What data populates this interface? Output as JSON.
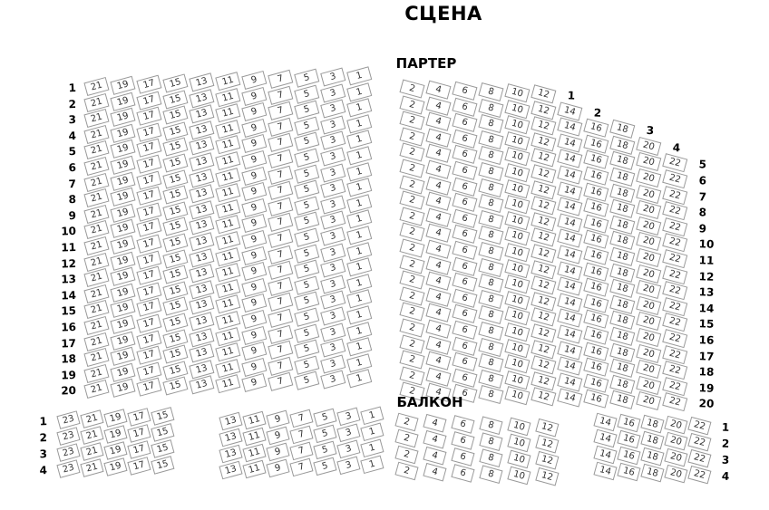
{
  "stage": {
    "title": "СЦЕНА"
  },
  "parterre": {
    "title": "ПАРТЕР",
    "left_block": {
      "label_side": "left",
      "rows": [
        {
          "label": "1",
          "seats": [
            21,
            19,
            17,
            15,
            13,
            11,
            9,
            7,
            5,
            3,
            1
          ]
        },
        {
          "label": "2",
          "seats": [
            21,
            19,
            17,
            15,
            13,
            11,
            9,
            7,
            5,
            3,
            1
          ]
        },
        {
          "label": "3",
          "seats": [
            21,
            19,
            17,
            15,
            13,
            11,
            9,
            7,
            5,
            3,
            1
          ]
        },
        {
          "label": "4",
          "seats": [
            21,
            19,
            17,
            15,
            13,
            11,
            9,
            7,
            5,
            3,
            1
          ]
        },
        {
          "label": "5",
          "seats": [
            21,
            19,
            17,
            15,
            13,
            11,
            9,
            7,
            5,
            3,
            1
          ]
        },
        {
          "label": "6",
          "seats": [
            21,
            19,
            17,
            15,
            13,
            11,
            9,
            7,
            5,
            3,
            1
          ]
        },
        {
          "label": "7",
          "seats": [
            21,
            19,
            17,
            15,
            13,
            11,
            9,
            7,
            5,
            3,
            1
          ]
        },
        {
          "label": "8",
          "seats": [
            21,
            19,
            17,
            15,
            13,
            11,
            9,
            7,
            5,
            3,
            1
          ]
        },
        {
          "label": "9",
          "seats": [
            21,
            19,
            17,
            15,
            13,
            11,
            9,
            7,
            5,
            3,
            1
          ]
        },
        {
          "label": "10",
          "seats": [
            21,
            19,
            17,
            15,
            13,
            11,
            9,
            7,
            5,
            3,
            1
          ]
        },
        {
          "label": "11",
          "seats": [
            21,
            19,
            17,
            15,
            13,
            11,
            9,
            7,
            5,
            3,
            1
          ]
        },
        {
          "label": "12",
          "seats": [
            21,
            19,
            17,
            15,
            13,
            11,
            9,
            7,
            5,
            3,
            1
          ]
        },
        {
          "label": "13",
          "seats": [
            21,
            19,
            17,
            15,
            13,
            11,
            9,
            7,
            5,
            3,
            1
          ]
        },
        {
          "label": "14",
          "seats": [
            21,
            19,
            17,
            15,
            13,
            11,
            9,
            7,
            5,
            3,
            1
          ]
        },
        {
          "label": "15",
          "seats": [
            21,
            19,
            17,
            15,
            13,
            11,
            9,
            7,
            5,
            3,
            1
          ]
        },
        {
          "label": "16",
          "seats": [
            21,
            19,
            17,
            15,
            13,
            11,
            9,
            7,
            5,
            3,
            1
          ]
        },
        {
          "label": "17",
          "seats": [
            21,
            19,
            17,
            15,
            13,
            11,
            9,
            7,
            5,
            3,
            1
          ]
        },
        {
          "label": "18",
          "seats": [
            21,
            19,
            17,
            15,
            13,
            11,
            9,
            7,
            5,
            3,
            1
          ]
        },
        {
          "label": "19",
          "seats": [
            21,
            19,
            17,
            15,
            13,
            11,
            9,
            7,
            5,
            3,
            1
          ]
        },
        {
          "label": "20",
          "seats": [
            21,
            19,
            17,
            15,
            13,
            11,
            9,
            7,
            5,
            3,
            1
          ]
        }
      ]
    },
    "right_block": {
      "label_side": "right",
      "rows": [
        {
          "label": "1",
          "seats": [
            2,
            4,
            6,
            8,
            10,
            12
          ]
        },
        {
          "label": "2",
          "seats": [
            2,
            4,
            6,
            8,
            10,
            12,
            14
          ]
        },
        {
          "label": "3",
          "seats": [
            2,
            4,
            6,
            8,
            10,
            12,
            14,
            16,
            18
          ]
        },
        {
          "label": "4",
          "seats": [
            2,
            4,
            6,
            8,
            10,
            12,
            14,
            16,
            18,
            20
          ]
        },
        {
          "label": "5",
          "seats": [
            2,
            4,
            6,
            8,
            10,
            12,
            14,
            16,
            18,
            20,
            22
          ]
        },
        {
          "label": "6",
          "seats": [
            2,
            4,
            6,
            8,
            10,
            12,
            14,
            16,
            18,
            20,
            22
          ]
        },
        {
          "label": "7",
          "seats": [
            2,
            4,
            6,
            8,
            10,
            12,
            14,
            16,
            18,
            20,
            22
          ]
        },
        {
          "label": "8",
          "seats": [
            2,
            4,
            6,
            8,
            10,
            12,
            14,
            16,
            18,
            20,
            22
          ]
        },
        {
          "label": "9",
          "seats": [
            2,
            4,
            6,
            8,
            10,
            12,
            14,
            16,
            18,
            20,
            22
          ]
        },
        {
          "label": "10",
          "seats": [
            2,
            4,
            6,
            8,
            10,
            12,
            14,
            16,
            18,
            20,
            22
          ]
        },
        {
          "label": "11",
          "seats": [
            2,
            4,
            6,
            8,
            10,
            12,
            14,
            16,
            18,
            20,
            22
          ]
        },
        {
          "label": "12",
          "seats": [
            2,
            4,
            6,
            8,
            10,
            12,
            14,
            16,
            18,
            20,
            22
          ]
        },
        {
          "label": "13",
          "seats": [
            2,
            4,
            6,
            8,
            10,
            12,
            14,
            16,
            18,
            20,
            22
          ]
        },
        {
          "label": "14",
          "seats": [
            2,
            4,
            6,
            8,
            10,
            12,
            14,
            16,
            18,
            20,
            22
          ]
        },
        {
          "label": "15",
          "seats": [
            2,
            4,
            6,
            8,
            10,
            12,
            14,
            16,
            18,
            20,
            22
          ]
        },
        {
          "label": "16",
          "seats": [
            2,
            4,
            6,
            8,
            10,
            12,
            14,
            16,
            18,
            20,
            22
          ]
        },
        {
          "label": "17",
          "seats": [
            2,
            4,
            6,
            8,
            10,
            12,
            14,
            16,
            18,
            20,
            22
          ]
        },
        {
          "label": "18",
          "seats": [
            2,
            4,
            6,
            8,
            10,
            12,
            14,
            16,
            18,
            20,
            22
          ]
        },
        {
          "label": "19",
          "seats": [
            2,
            4,
            6,
            8,
            10,
            12,
            14,
            16,
            18,
            20,
            22
          ]
        },
        {
          "label": "20",
          "seats": [
            2,
            4,
            6,
            8,
            10,
            12,
            14,
            16,
            18,
            20,
            22
          ]
        }
      ]
    }
  },
  "balcony": {
    "title": "БАЛКОН",
    "left_block": {
      "label_side": "left",
      "rows": [
        {
          "label": "1",
          "seats": [
            23,
            21,
            19,
            17,
            15
          ]
        },
        {
          "label": "2",
          "seats": [
            23,
            21,
            19,
            17,
            15
          ]
        },
        {
          "label": "3",
          "seats": [
            23,
            21,
            19,
            17,
            15
          ]
        },
        {
          "label": "4",
          "seats": [
            23,
            21,
            19,
            17,
            15
          ]
        }
      ]
    },
    "center_left_block": {
      "label_side": "none",
      "rows": [
        {
          "label": "",
          "seats": [
            13,
            11,
            9,
            7,
            5,
            3,
            1
          ]
        },
        {
          "label": "",
          "seats": [
            13,
            11,
            9,
            7,
            5,
            3,
            1
          ]
        },
        {
          "label": "",
          "seats": [
            13,
            11,
            9,
            7,
            5,
            3,
            1
          ]
        },
        {
          "label": "",
          "seats": [
            13,
            11,
            9,
            7,
            5,
            3,
            1
          ]
        }
      ]
    },
    "center_right_block": {
      "label_side": "none",
      "rows": [
        {
          "label": "",
          "seats": [
            2,
            4,
            6,
            8,
            10,
            12
          ]
        },
        {
          "label": "",
          "seats": [
            2,
            4,
            6,
            8,
            10,
            12
          ]
        },
        {
          "label": "",
          "seats": [
            2,
            4,
            6,
            8,
            10,
            12
          ]
        },
        {
          "label": "",
          "seats": [
            2,
            4,
            6,
            8,
            10,
            12
          ]
        }
      ]
    },
    "right_block": {
      "label_side": "right",
      "rows": [
        {
          "label": "1",
          "seats": [
            14,
            16,
            18,
            20,
            22
          ]
        },
        {
          "label": "2",
          "seats": [
            14,
            16,
            18,
            20,
            22
          ]
        },
        {
          "label": "3",
          "seats": [
            14,
            16,
            18,
            20,
            22
          ]
        },
        {
          "label": "4",
          "seats": [
            14,
            16,
            18,
            20,
            22
          ]
        }
      ]
    }
  },
  "colors": {
    "seat_border": "#999999",
    "seat_number": "#333333",
    "text": "#000000"
  }
}
